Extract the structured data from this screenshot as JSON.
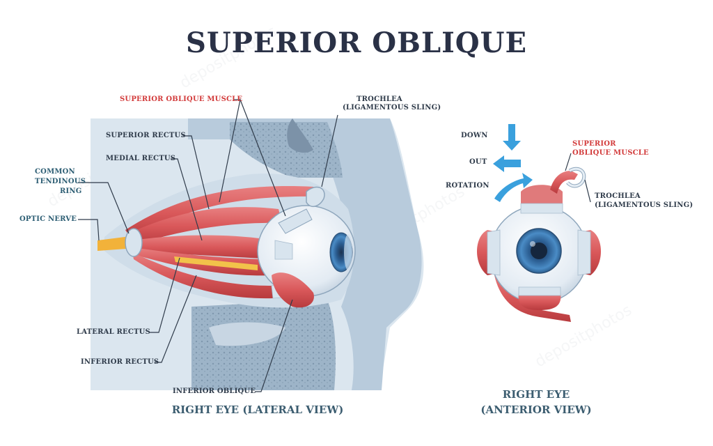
{
  "title": "SUPERIOR OBLIQUE",
  "watermark": "depositphotos",
  "lateral_view": {
    "caption": "RIGHT EYE (LATERAL VIEW)",
    "labels": {
      "superior_oblique_muscle": "SUPERIOR OBLIQUE MUSCLE",
      "trochlea_1": "TROCHLEA",
      "trochlea_2": "(LIGAMENTOUS SLING)",
      "superior_rectus": "SUPERIOR RECTUS",
      "medial_rectus": "MEDIAL RECTUS",
      "common_ring_1": "COMMON",
      "common_ring_2": "TENDINOUS",
      "common_ring_3": "RING",
      "optic_nerve": "OPTIC NERVE",
      "lateral_rectus": "LATERAL RECTUS",
      "inferior_rectus": "INFERIOR RECTUS",
      "inferior_oblique": "INFERIOR OBLIQUE"
    }
  },
  "anterior_view": {
    "caption_1": "RIGHT EYE",
    "caption_2": "(ANTERIOR VIEW)",
    "labels": {
      "down": "DOWN",
      "out": "OUT",
      "rotation": "ROTATION",
      "superior_oblique_1": "SUPERIOR",
      "superior_oblique_2": "OBLIQUE MUSCLE",
      "trochlea_1": "TROCHLEA",
      "trochlea_2": "(LIGAMENTOUS SLING)"
    }
  },
  "colors": {
    "title": "#2a3146",
    "muscle": "#d9585a",
    "muscle_dark": "#b83b3e",
    "bone": "#c9d8e6",
    "tissue": "#a9c1d6",
    "tendon": "#d8e4ee",
    "iris": "#3f7fb8",
    "arrow": "#3aa0dd",
    "nerve": "#f2b23a",
    "label_red": "#d23a3a",
    "label_dark": "#2f3b4a",
    "caption": "#3c5d70"
  }
}
